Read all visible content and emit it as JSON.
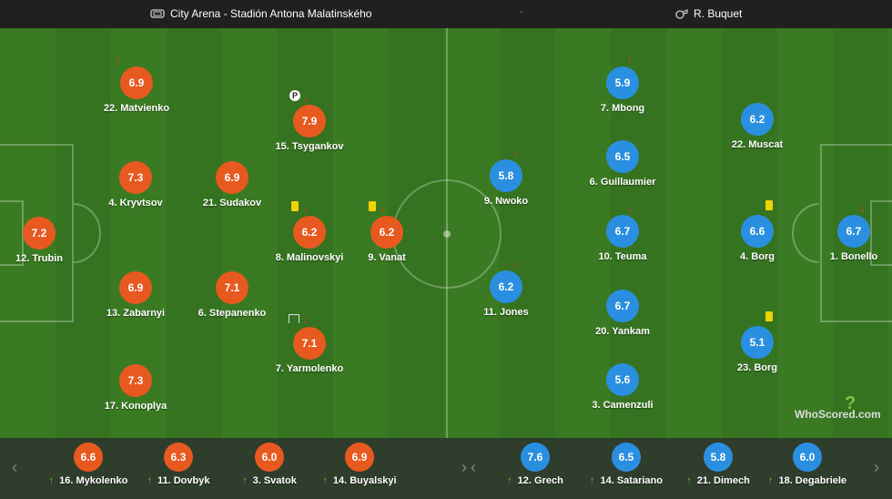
{
  "header": {
    "venue": "City Arena - Stadión Antona Malatinského",
    "separator": "·",
    "referee": "R. Buquet"
  },
  "home_players": [
    {
      "rating": "6.9",
      "name": "22. Matvienko"
    },
    {
      "rating": "7.9",
      "name": "15. Tsygankov"
    },
    {
      "rating": "7.3",
      "name": "4. Kryvtsov"
    },
    {
      "rating": "6.9",
      "name": "21. Sudakov"
    },
    {
      "rating": "6.2",
      "name": "8. Malinovskyi"
    },
    {
      "rating": "6.2",
      "name": "9. Vanat"
    },
    {
      "rating": "7.2",
      "name": "12. Trubin"
    },
    {
      "rating": "6.9",
      "name": "13. Zabarnyi"
    },
    {
      "rating": "7.1",
      "name": "6. Stepanenko"
    },
    {
      "rating": "7.1",
      "name": "7. Yarmolenko"
    },
    {
      "rating": "7.3",
      "name": "17. Konoplya"
    }
  ],
  "away_players": [
    {
      "rating": "5.9",
      "name": "7. Mbong"
    },
    {
      "rating": "6.2",
      "name": "22. Muscat"
    },
    {
      "rating": "6.5",
      "name": "6. Guillaumier"
    },
    {
      "rating": "5.8",
      "name": "9. Nwoko"
    },
    {
      "rating": "6.7",
      "name": "10. Teuma"
    },
    {
      "rating": "6.6",
      "name": "4. Borg"
    },
    {
      "rating": "6.7",
      "name": "1. Bonello"
    },
    {
      "rating": "6.2",
      "name": "11. Jones"
    },
    {
      "rating": "6.7",
      "name": "20. Yankam"
    },
    {
      "rating": "5.1",
      "name": "23. Borg"
    },
    {
      "rating": "5.6",
      "name": "3. Camenzuli"
    }
  ],
  "home_subs": [
    {
      "rating": "6.6",
      "name": "16. Mykolenko"
    },
    {
      "rating": "6.3",
      "name": "11. Dovbyk"
    },
    {
      "rating": "6.0",
      "name": "3. Svatok"
    },
    {
      "rating": "6.9",
      "name": "14. Buyalskyi"
    }
  ],
  "away_subs": [
    {
      "rating": "7.6",
      "name": "12. Grech"
    },
    {
      "rating": "6.5",
      "name": "14. Satariano"
    },
    {
      "rating": "5.8",
      "name": "21. Dimech"
    },
    {
      "rating": "6.0",
      "name": "18. Degabriele"
    }
  ],
  "branding": {
    "logo": "WhoScored.com",
    "logo_mark": "?"
  },
  "nav": {
    "prev": "‹",
    "next": "›"
  },
  "icons": {
    "down_arrow": "↓",
    "up_arrow": "↑",
    "penalty": "P"
  },
  "colors": {
    "home": "#e8591f",
    "away": "#2a8fe0",
    "yellow_card": "#f2d200",
    "sub_arrow": "#5ccf3a",
    "down_arrow": "#e53935"
  }
}
